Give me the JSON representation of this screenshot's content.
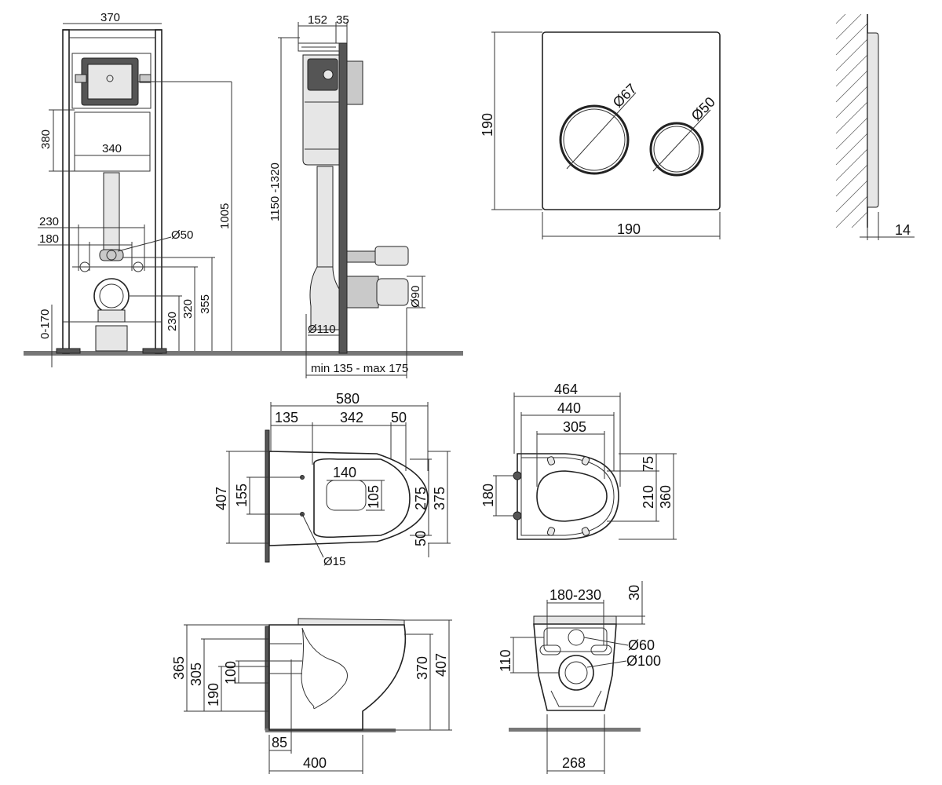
{
  "frame_front": {
    "width": "370",
    "tank_height": "380",
    "tank_width": "340",
    "bolt_spacing_max": "230",
    "bolt_spacing_min": "180",
    "drain_diameter": "Ø50",
    "total_height": "1005",
    "floor_adjust": "0-170",
    "outlet_height": "230",
    "bolt_height": "320",
    "drain_height": "355"
  },
  "frame_side": {
    "depth": "152",
    "wall_offset": "35",
    "height_range": "1150 -1320",
    "outlet_diameter": "Ø110",
    "pipe_diameter": "Ø90",
    "depth_range": "min 135 - max 175"
  },
  "flush_plate": {
    "height": "190",
    "width": "190",
    "button_large": "Ø67",
    "button_small": "Ø50",
    "thickness": "14"
  },
  "bowl_top": {
    "length": "580",
    "offset_back": "135",
    "inner_length": "342",
    "rim_front": "50",
    "width": "407",
    "bolt_spacing": "155",
    "bowl_opening": "140",
    "opening_depth": "105",
    "inner_width": "275",
    "outer_width": "375",
    "rim_bottom": "50",
    "bolt_hole": "Ø15"
  },
  "seat_top": {
    "width_total": "464",
    "width_inner": "440",
    "width_opening": "305",
    "hinge_spacing": "180",
    "front_gap": "75",
    "seat_mid": "210",
    "seat_depth": "360"
  },
  "bowl_side": {
    "height_back": "365",
    "height_2": "305",
    "height_3": "190",
    "inlet_height": "100",
    "height_front": "370",
    "height_total": "407",
    "outlet_offset": "85",
    "depth": "400"
  },
  "bowl_back": {
    "bolt_range": "180-230",
    "top_gap": "30",
    "bolt_height": "110",
    "inlet_diameter": "Ø60",
    "outlet_diameter": "Ø100",
    "base_width": "268"
  }
}
